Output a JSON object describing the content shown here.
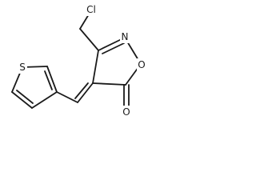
{
  "molecule": {
    "atoms": {
      "chlorine": "Cl",
      "ring_nitrogen": "N",
      "ring_oxygen": "O",
      "carbonyl_oxygen": "O",
      "thiophene_sulfur": "S"
    }
  }
}
